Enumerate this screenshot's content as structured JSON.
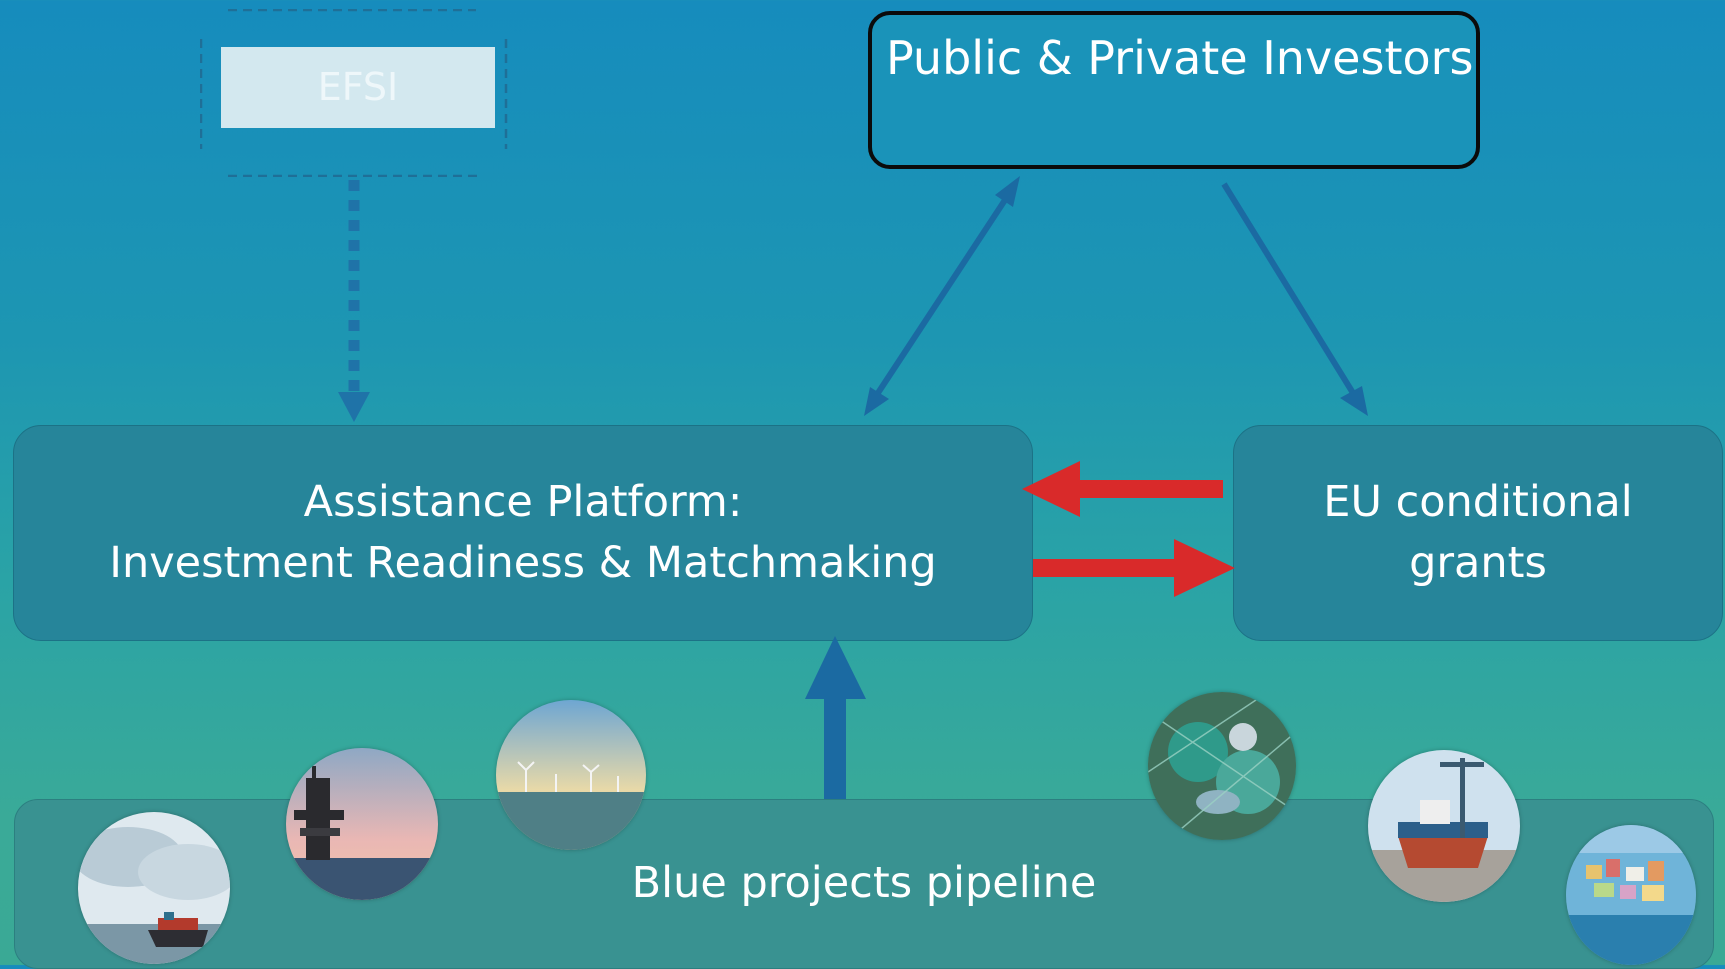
{
  "efsi": {
    "label": "EFSI"
  },
  "investors": {
    "label": "Public & Private Investors"
  },
  "platform": {
    "line1": "Assistance Platform:",
    "line2": "Investment Readiness & Matchmaking"
  },
  "grants": {
    "line1": "EU conditional",
    "line2": "grants"
  },
  "pipeline": {
    "label": "Blue projects pipeline"
  },
  "photos": [
    "container-ship-photo",
    "oil-rig-photo",
    "wind-farm-photo",
    "fishing-nets-photo",
    "shipyard-photo",
    "coastal-town-photo"
  ],
  "colors": {
    "flow_blue": "#1b6aa2",
    "grant_red": "#d92a2a",
    "box_teal": "#26859a"
  }
}
